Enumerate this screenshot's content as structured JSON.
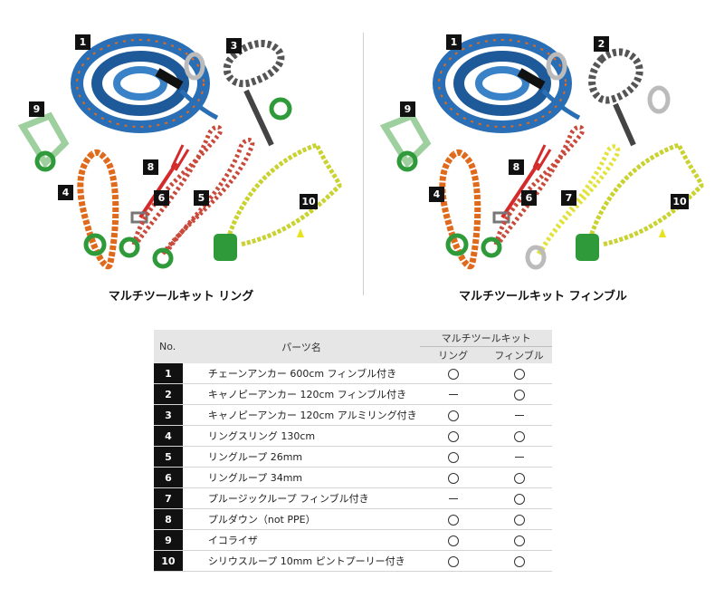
{
  "left_panel": {
    "caption": "マルチツールキット リング",
    "badges": [
      "1",
      "3",
      "9",
      "8",
      "4",
      "6",
      "5",
      "10"
    ]
  },
  "right_panel": {
    "caption": "マルチツールキット フィンブル",
    "badges": [
      "1",
      "2",
      "9",
      "8",
      "4",
      "6",
      "7",
      "10"
    ]
  },
  "table": {
    "header_no": "No.",
    "header_name": "パーツ名",
    "header_group": "マルチツールキット",
    "header_ring": "リング",
    "header_thimble": "フィンブル",
    "rows": [
      {
        "no": "1",
        "name": "チェーンアンカー 600cm フィンブル付き",
        "ring": "yes",
        "thimble": "yes"
      },
      {
        "no": "2",
        "name": "キャノピーアンカー 120cm フィンブル付き",
        "ring": "no",
        "thimble": "yes"
      },
      {
        "no": "3",
        "name": "キャノピーアンカー 120cm アルミリング付き",
        "ring": "yes",
        "thimble": "no"
      },
      {
        "no": "4",
        "name": "リングスリング 130cm",
        "ring": "yes",
        "thimble": "yes"
      },
      {
        "no": "5",
        "name": "リングループ 26mm",
        "ring": "yes",
        "thimble": "no"
      },
      {
        "no": "6",
        "name": "リングループ 34mm",
        "ring": "yes",
        "thimble": "yes"
      },
      {
        "no": "7",
        "name": "プルージックループ フィンブル付き",
        "ring": "no",
        "thimble": "yes"
      },
      {
        "no": "8",
        "name": "プルダウン（not PPE）",
        "ring": "yes",
        "thimble": "yes"
      },
      {
        "no": "9",
        "name": "イコライザ",
        "ring": "yes",
        "thimble": "yes"
      },
      {
        "no": "10",
        "name": "シリウスループ 10mm ピントプーリー付き",
        "ring": "yes",
        "thimble": "yes"
      }
    ]
  },
  "colors": {
    "blue_rope": "#2a6fb5",
    "orange_rope": "#e06a1c",
    "green_hardware": "#2f9a3a",
    "yellow_rope": "#c9d22f",
    "red_pulldown": "#d42a2a"
  }
}
